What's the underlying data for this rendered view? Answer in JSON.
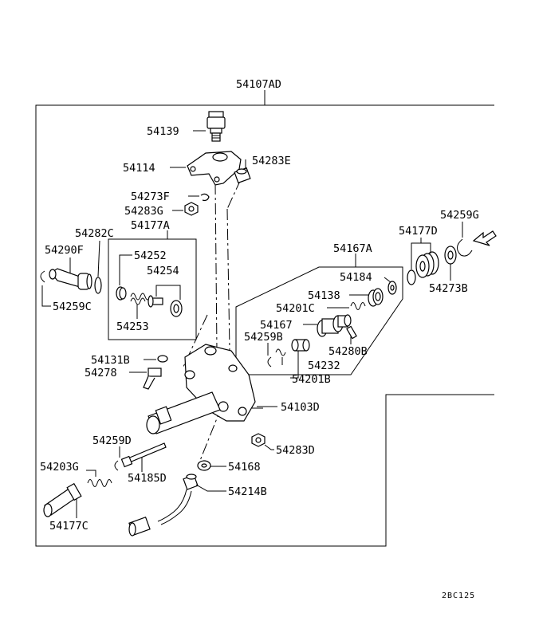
{
  "diagram": {
    "code": "2BC125",
    "labels": {
      "p54107AD": "54107AD",
      "p54139": "54139",
      "p54114": "54114",
      "p54283E": "54283E",
      "p54273F": "54273F",
      "p54283G": "54283G",
      "p54282C": "54282C",
      "p54177A": "54177A",
      "p54290F": "54290F",
      "p54252": "54252",
      "p54254": "54254",
      "p54253": "54253",
      "p54259C": "54259C",
      "p54259G": "54259G",
      "p54177D": "54177D",
      "p54273B": "54273B",
      "p54167A": "54167A",
      "p54184": "54184",
      "p54138": "54138",
      "p54201C": "54201C",
      "p54167": "54167",
      "p54259B": "54259B",
      "p54280B": "54280B",
      "p54232": "54232",
      "p54201B": "54201B",
      "p54131B": "54131B",
      "p54278": "54278",
      "p54103D": "54103D",
      "p54259D": "54259D",
      "p54283D": "54283D",
      "p54203G": "54203G",
      "p54168": "54168",
      "p54185D": "54185D",
      "p54214B": "54214B",
      "p54177C": "54177C"
    }
  }
}
